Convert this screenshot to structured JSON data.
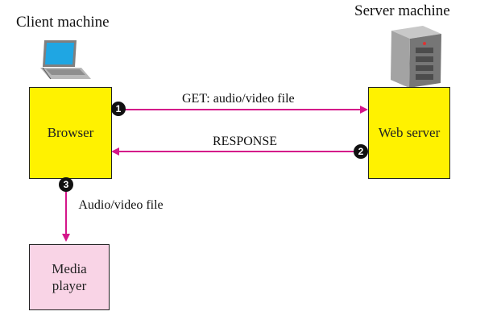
{
  "client": {
    "title": "Client machine",
    "browser_label": "Browser",
    "media_player_label": "Media player"
  },
  "server": {
    "title": "Server machine",
    "web_server_label": "Web server"
  },
  "messages": {
    "request": "GET: audio/video file",
    "response": "RESPONSE",
    "transfer": "Audio/video file"
  },
  "steps": {
    "one": "1",
    "two": "2",
    "three": "3"
  },
  "colors": {
    "arrow": "#d4168a",
    "browser_box": "#fff200",
    "web_server_box": "#fff200",
    "media_player_box": "#f9d4e6"
  },
  "icons": {
    "client": "laptop-icon",
    "server": "server-tower-icon"
  }
}
